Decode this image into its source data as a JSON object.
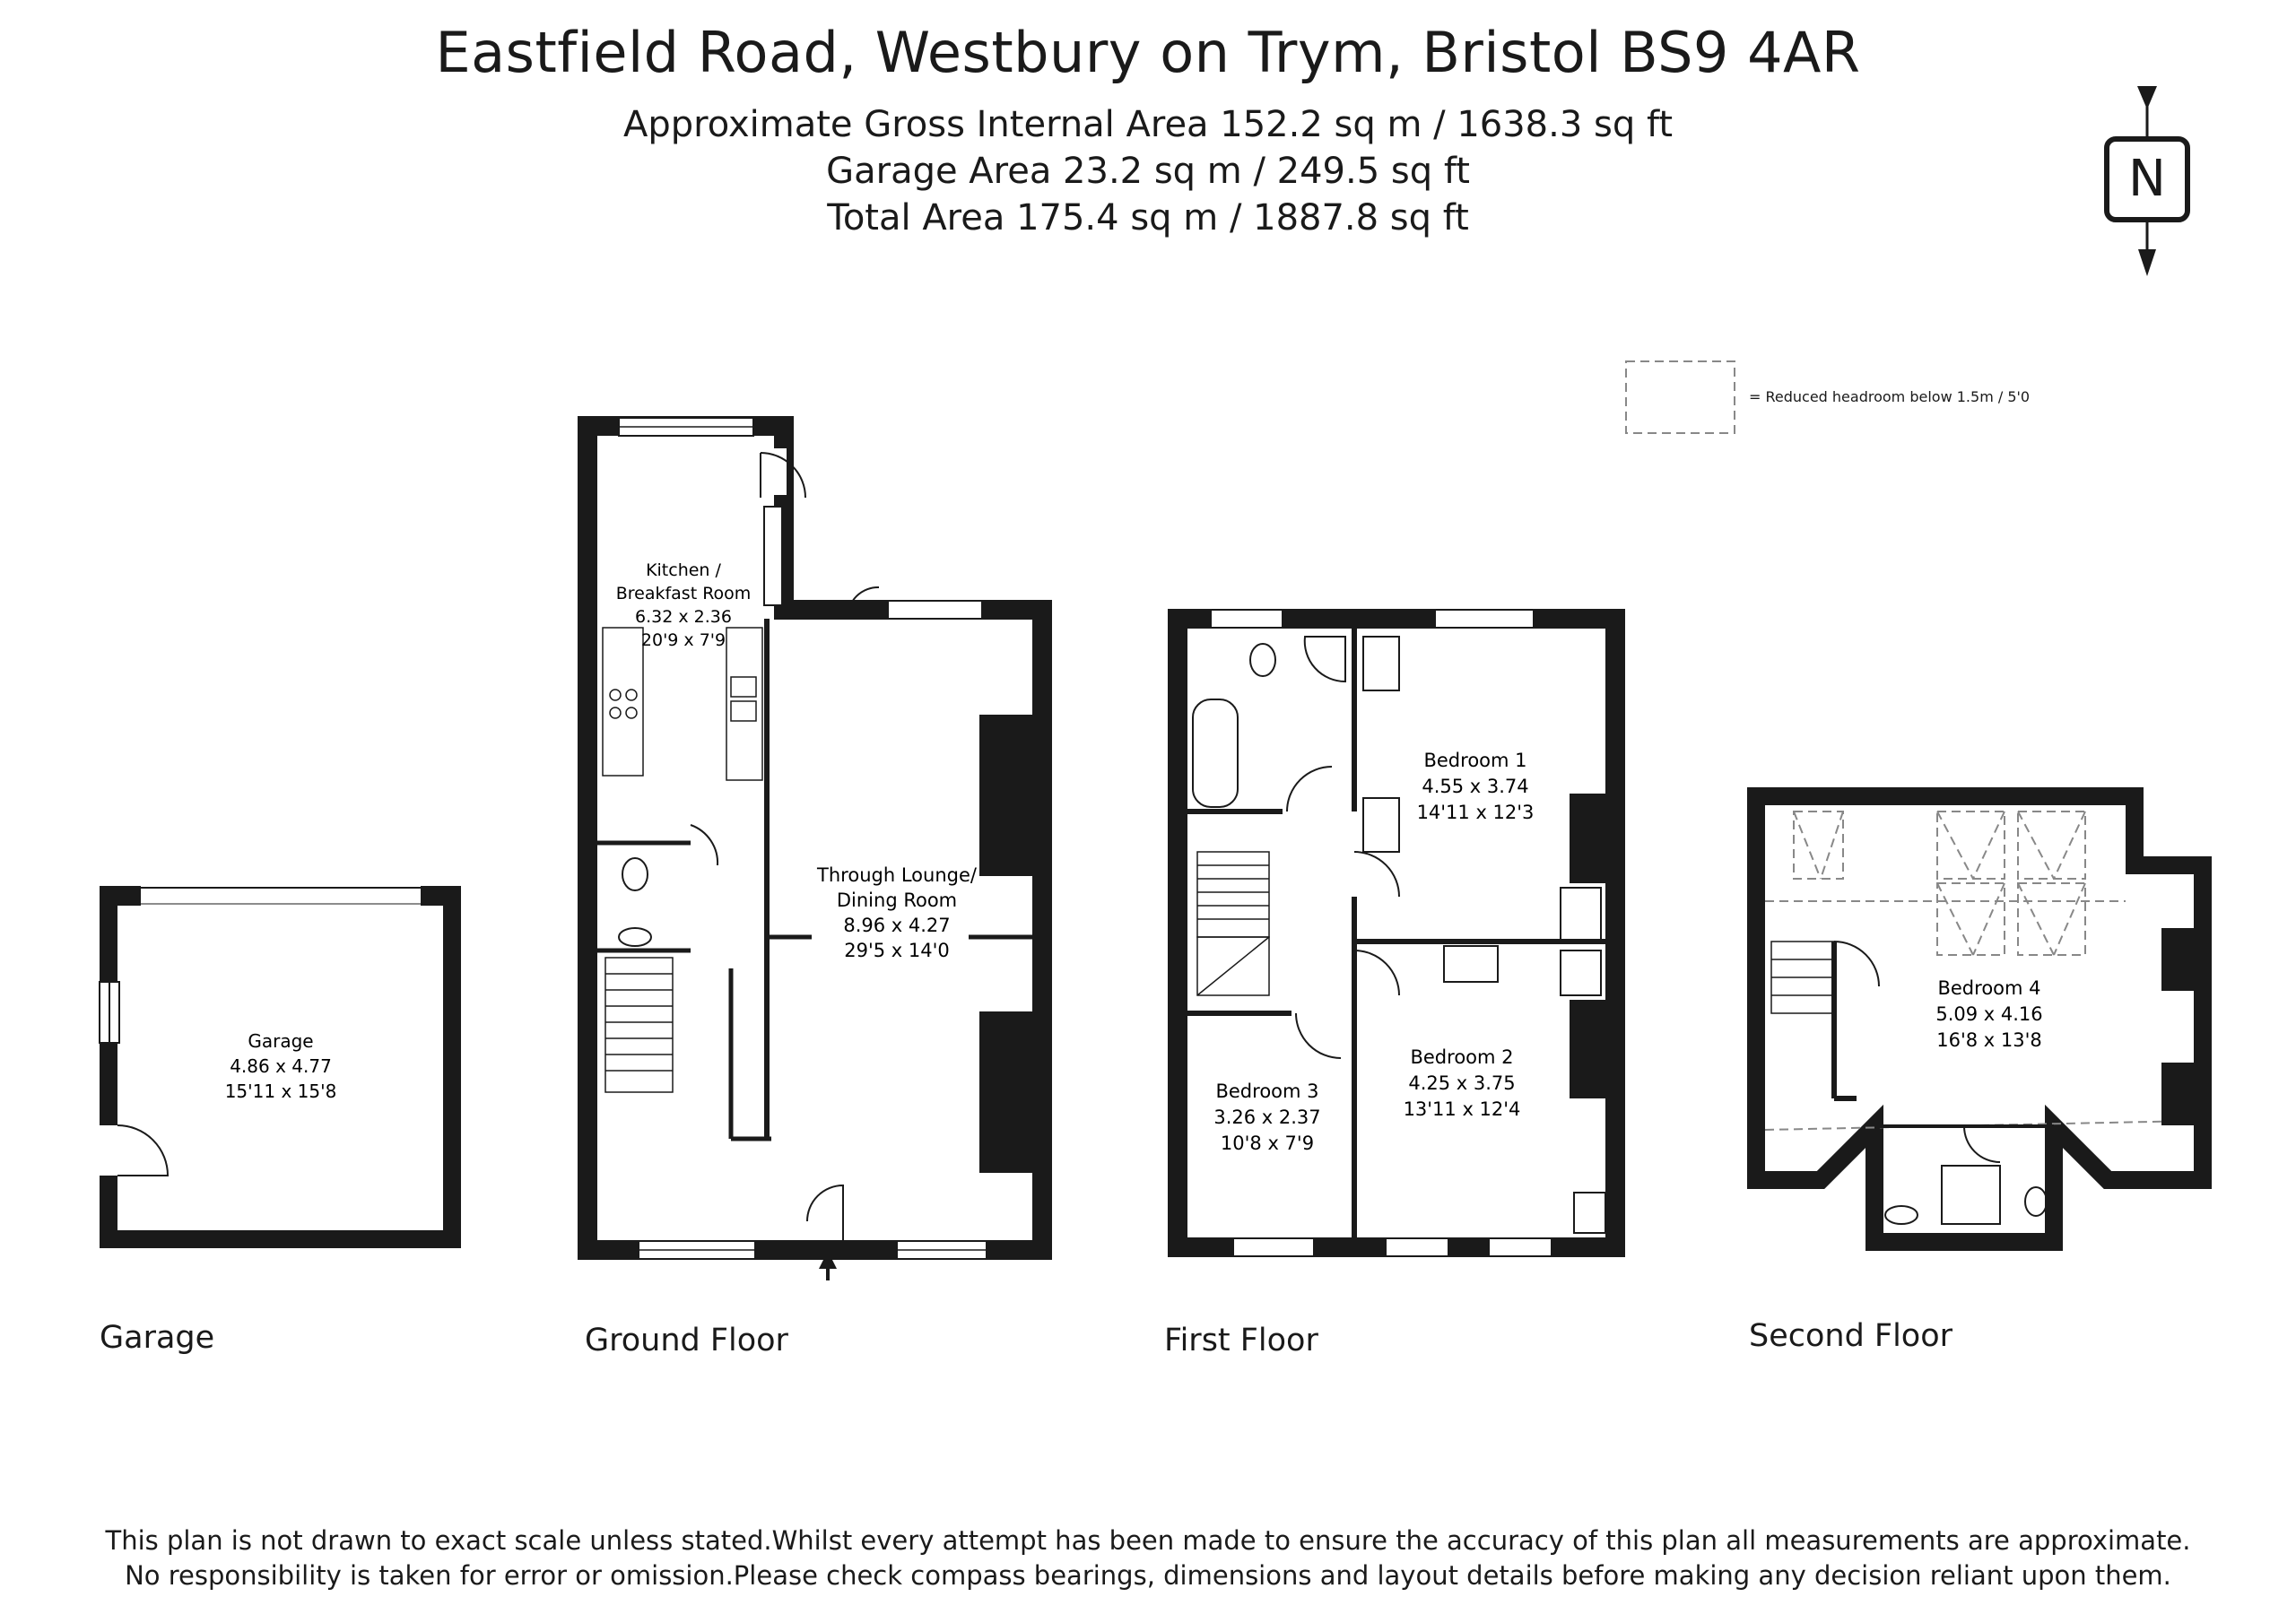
{
  "header": {
    "title": "Eastfield Road, Westbury on Trym, Bristol BS9 4AR",
    "gross_area": "Approximate Gross Internal Area 152.2 sq m / 1638.3 sq ft",
    "garage_area": "Garage Area 23.2 sq m / 249.5 sq ft",
    "total_area": "Total Area 175.4 sq m / 1887.8 sq ft"
  },
  "compass": {
    "letter": "N"
  },
  "legend": {
    "text": "= Reduced headroom below 1.5m / 5'0"
  },
  "floors": {
    "garage": "Garage",
    "ground": "Ground Floor",
    "first": "First Floor",
    "second": "Second Floor"
  },
  "rooms": {
    "garage": {
      "name": "Garage",
      "metric": "4.86 x 4.77",
      "imperial": "15'11 x 15'8"
    },
    "kitchen": {
      "name_line1": "Kitchen /",
      "name_line2": "Breakfast Room",
      "metric": "6.32 x 2.36",
      "imperial": "20'9 x 7'9"
    },
    "lounge": {
      "name_line1": "Through Lounge/",
      "name_line2": "Dining Room",
      "metric": "8.96 x 4.27",
      "imperial": "29'5 x 14'0"
    },
    "bedroom1": {
      "name": "Bedroom 1",
      "metric": "4.55 x 3.74",
      "imperial": "14'11 x 12'3"
    },
    "bedroom2": {
      "name": "Bedroom 2",
      "metric": "4.25 x 3.75",
      "imperial": "13'11 x 12'4"
    },
    "bedroom3": {
      "name": "Bedroom 3",
      "metric": "3.26 x 2.37",
      "imperial": "10'8 x 7'9"
    },
    "bedroom4": {
      "name": "Bedroom 4",
      "metric": "5.09 x 4.16",
      "imperial": "16'8 x 13'8"
    }
  },
  "disclaimer": {
    "line1": "This plan is not drawn to exact scale unless stated.Whilst every attempt has been made to ensure the accuracy of this plan all measurements are approximate.",
    "line2": "No responsibility is taken for error or omission.Please check compass bearings, dimensions and layout details before making any decision reliant upon them."
  }
}
